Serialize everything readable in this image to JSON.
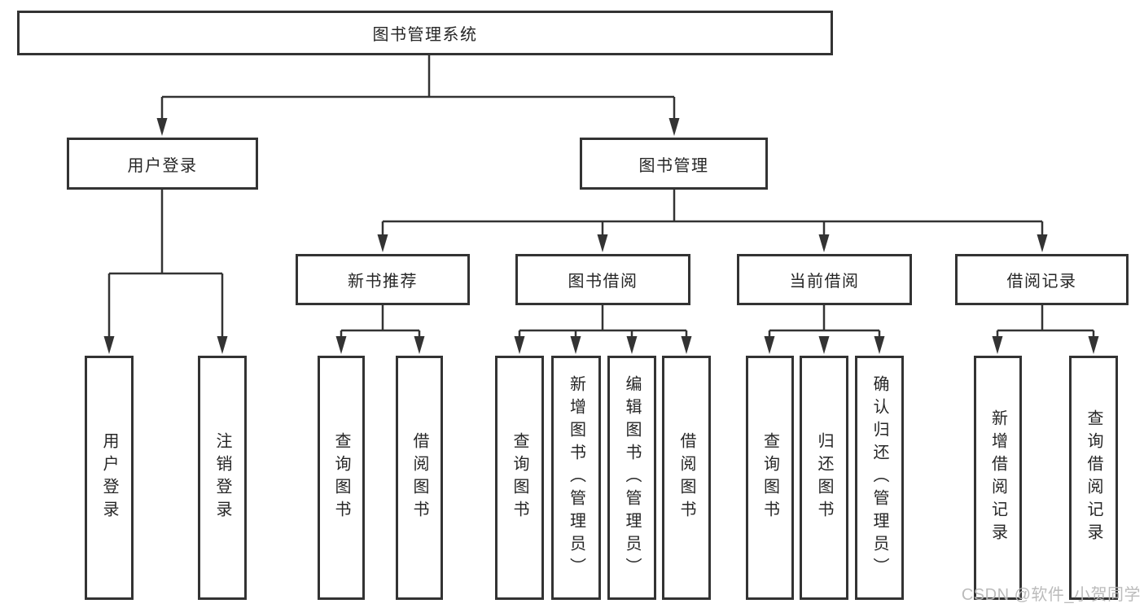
{
  "diagram": {
    "root": {
      "label": "图书管理系统"
    },
    "level2": {
      "user_login": {
        "label": "用户登录"
      },
      "book_management": {
        "label": "图书管理"
      }
    },
    "user_login_children": {
      "login": {
        "label": "用户登录"
      },
      "logout": {
        "label": "注销登录"
      }
    },
    "level3": {
      "new_book_recommend": {
        "label": "新书推荐"
      },
      "book_borrowing": {
        "label": "图书借阅"
      },
      "current_borrowing": {
        "label": "当前借阅"
      },
      "borrowing_records": {
        "label": "借阅记录"
      }
    },
    "recommend_children": {
      "query_books": {
        "label": "查询图书"
      },
      "borrow_books": {
        "label": "借阅图书"
      }
    },
    "borrowing_children": {
      "query_books": {
        "label": "查询图书"
      },
      "add_books": {
        "label": "新增图书（管理员）"
      },
      "edit_books": {
        "label": "编辑图书（管理员）"
      },
      "borrow_books": {
        "label": "借阅图书"
      }
    },
    "current_children": {
      "query_books": {
        "label": "查询图书"
      },
      "return_books": {
        "label": "归还图书"
      },
      "confirm_return": {
        "label": "确认归还（管理员）"
      }
    },
    "records_children": {
      "add_record": {
        "label": "新增借阅记录"
      },
      "query_record": {
        "label": "查询借阅记录"
      }
    },
    "watermark": "CSDN @软件_小贺同学",
    "colors": {
      "line": "#333333",
      "text": "#262626",
      "background": "#ffffff",
      "watermark": "#b8b8b8"
    }
  }
}
